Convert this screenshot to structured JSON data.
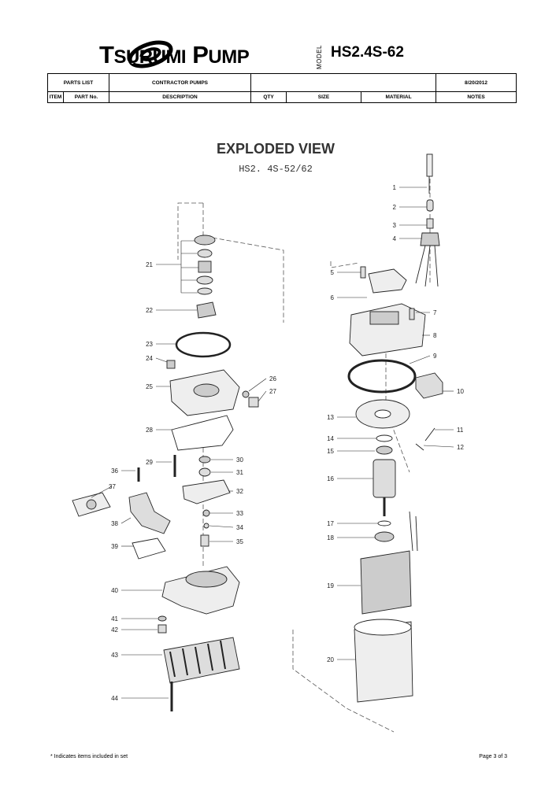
{
  "brand": {
    "name_first_initial": "T",
    "name_first_rest": "SURUMI",
    "name_second_initial": "P",
    "name_second_rest": "UMP"
  },
  "model": {
    "label": "MODEL",
    "value": "HS2.4S-62"
  },
  "header_row": {
    "parts_list": "PARTS LIST",
    "category": "CONTRACTOR PUMPS",
    "blank": "",
    "date": "8/20/2012"
  },
  "columns": [
    "ITEM",
    "PART No.",
    "DESCRIPTION",
    "QTY",
    "SIZE",
    "MATERIAL",
    "NOTES"
  ],
  "drawing": {
    "title": "EXPLODED VIEW",
    "subtitle": "HS2. 4S-52/62",
    "callouts": [
      "1",
      "2",
      "3",
      "4",
      "5",
      "6",
      "7",
      "8",
      "9",
      "10",
      "11",
      "12",
      "13",
      "14",
      "15",
      "16",
      "17",
      "18",
      "19",
      "20",
      "21",
      "22",
      "23",
      "24",
      "25",
      "26",
      "27",
      "28",
      "29",
      "30",
      "31",
      "32",
      "33",
      "34",
      "35",
      "36",
      "37",
      "38",
      "39",
      "40",
      "41",
      "42",
      "43",
      "44"
    ]
  },
  "footer": {
    "note": "* Indicates items included in set",
    "page": "Page 3 of 3"
  }
}
